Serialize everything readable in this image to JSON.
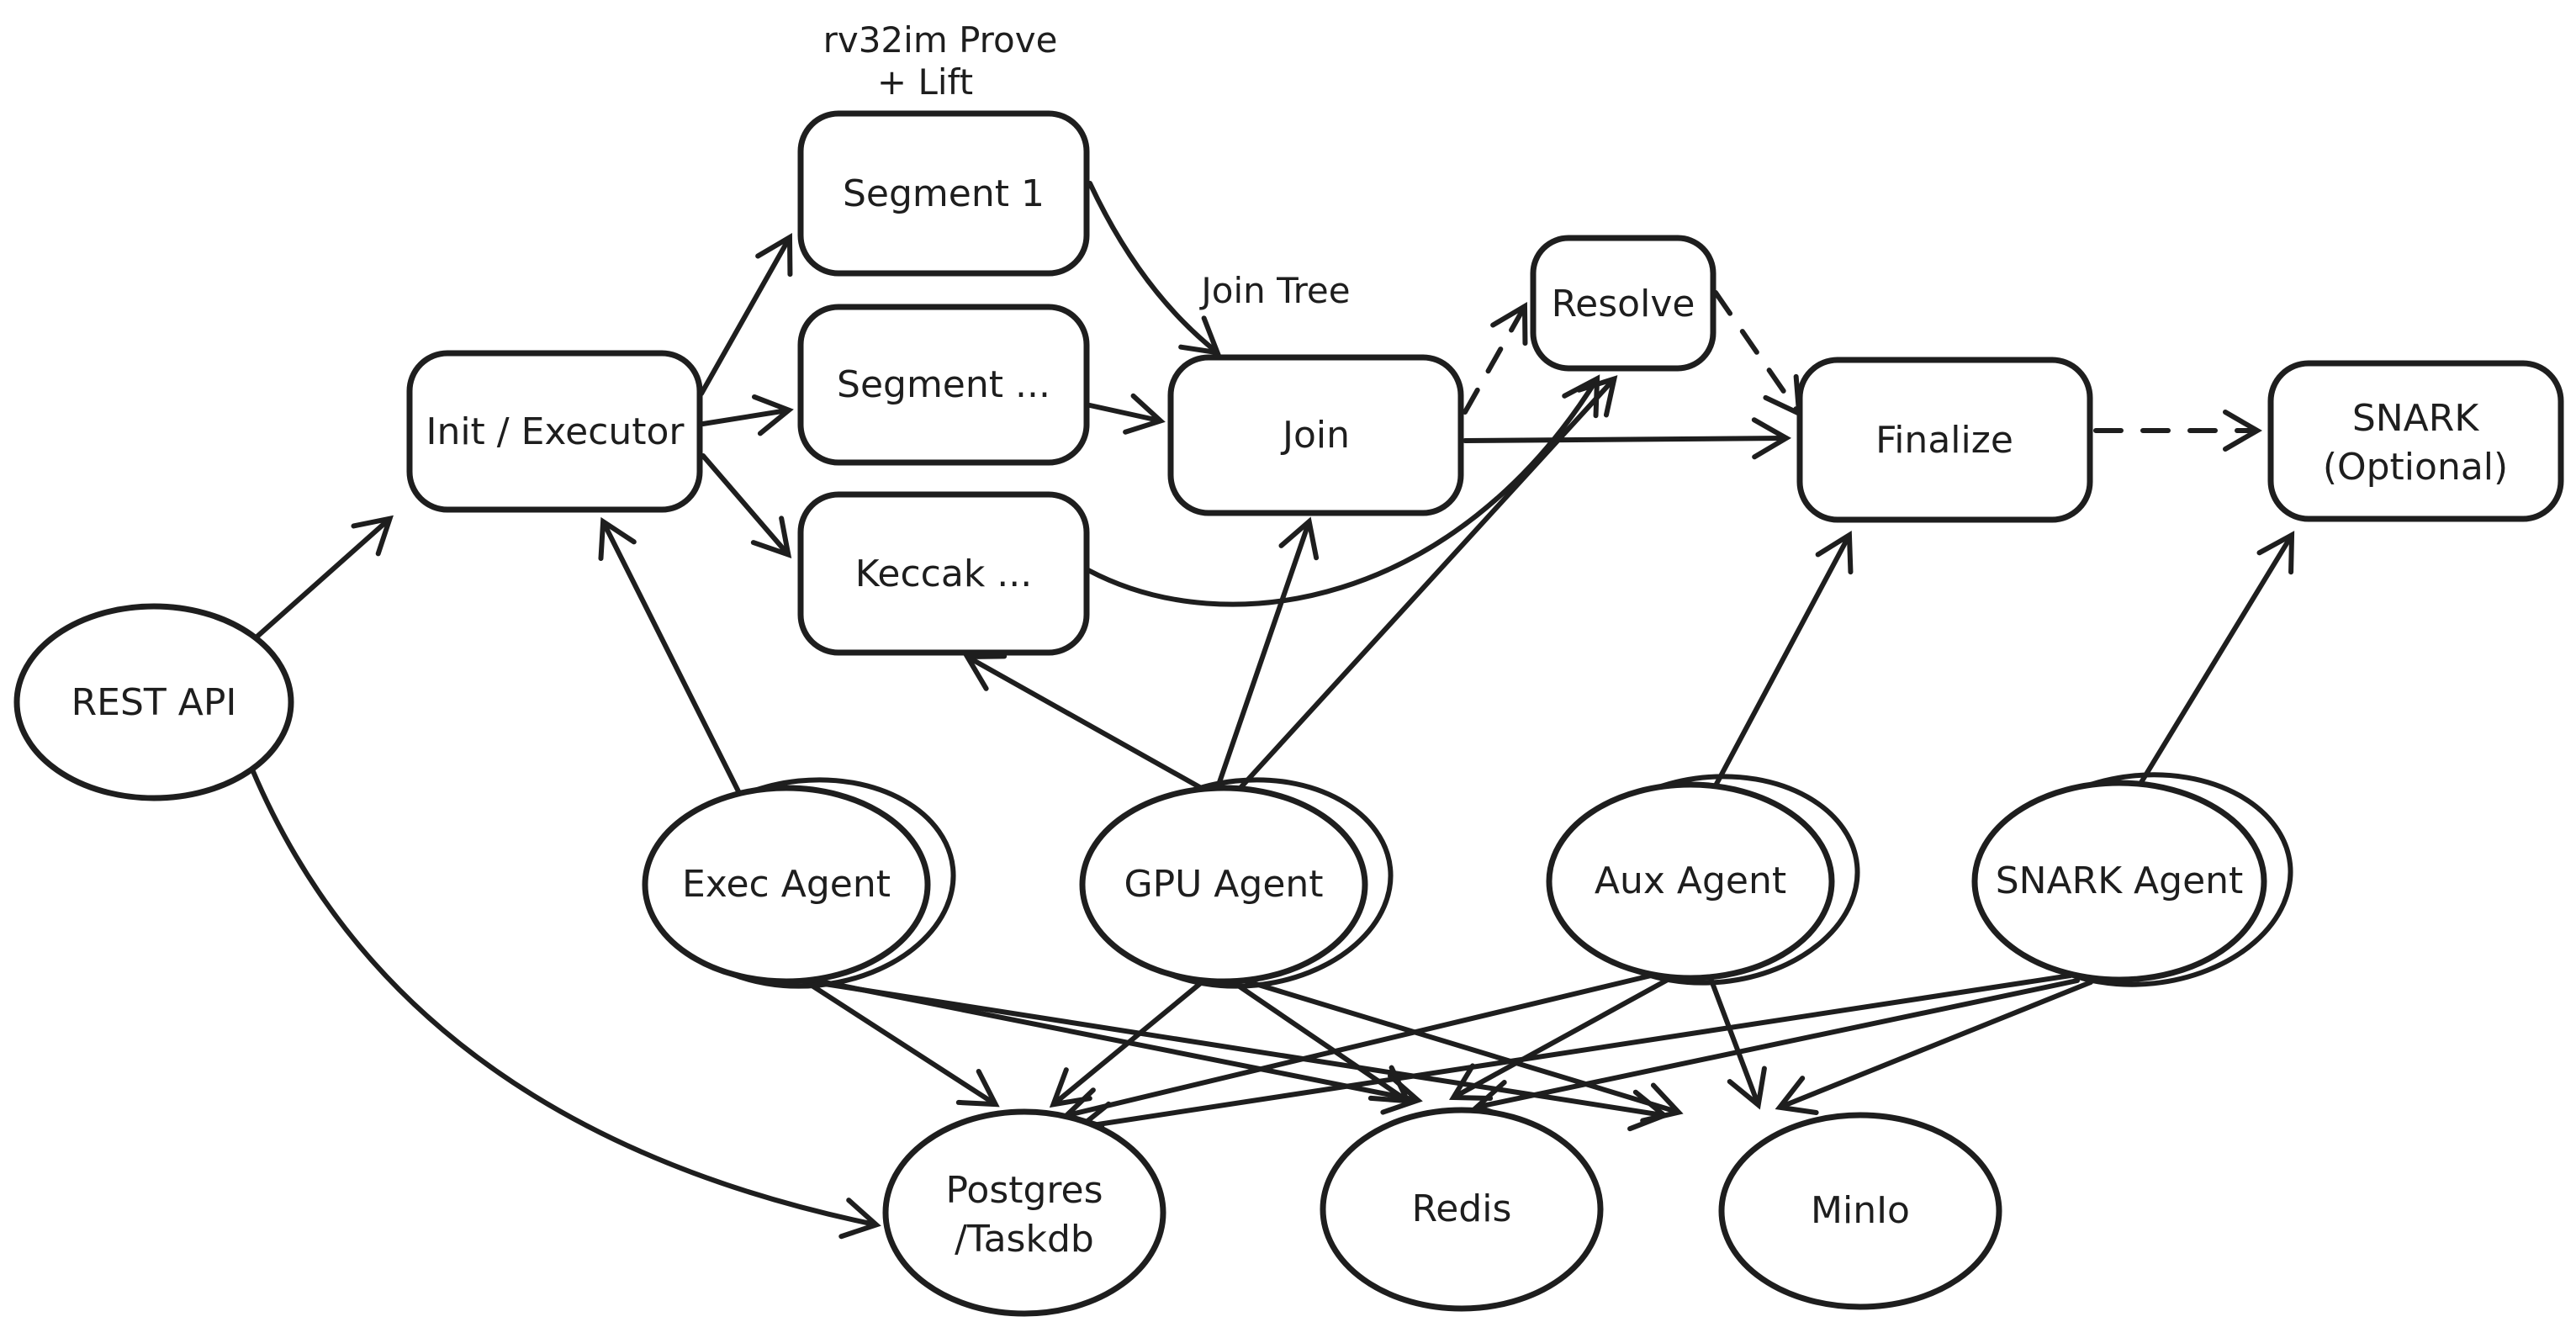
{
  "colors": {
    "stroke": "#1e1e1e",
    "background": "#ffffff"
  },
  "annotations": {
    "prove_lift_line1": "rv32im Prove",
    "prove_lift_line2": "+ Lift",
    "join_tree": "Join Tree"
  },
  "nodes": {
    "rest_api": {
      "label": "REST API",
      "shape": "ellipse"
    },
    "init_executor": {
      "label": "Init / Executor",
      "shape": "rounded-rect"
    },
    "segment_1": {
      "label": "Segment 1",
      "shape": "rounded-rect"
    },
    "segment_more": {
      "label": "Segment ...",
      "shape": "rounded-rect"
    },
    "keccak": {
      "label": "Keccak ...",
      "shape": "rounded-rect"
    },
    "join": {
      "label": "Join",
      "shape": "rounded-rect"
    },
    "resolve": {
      "label": "Resolve",
      "shape": "rounded-rect"
    },
    "finalize": {
      "label": "Finalize",
      "shape": "rounded-rect"
    },
    "snark": {
      "lines": [
        "SNARK",
        "(Optional)"
      ],
      "shape": "rounded-rect"
    },
    "exec_agent": {
      "label": "Exec Agent",
      "shape": "double-ellipse"
    },
    "gpu_agent": {
      "label": "GPU Agent",
      "shape": "double-ellipse"
    },
    "aux_agent": {
      "label": "Aux Agent",
      "shape": "double-ellipse"
    },
    "snark_agent": {
      "label": "SNARK Agent",
      "shape": "double-ellipse"
    },
    "postgres": {
      "lines": [
        "Postgres",
        "/Taskdb"
      ],
      "shape": "ellipse"
    },
    "redis": {
      "label": "Redis",
      "shape": "ellipse"
    },
    "minio": {
      "label": "MinIo",
      "shape": "ellipse"
    }
  },
  "edges": [
    {
      "from": "rest_api",
      "to": "init_executor",
      "style": "solid"
    },
    {
      "from": "rest_api",
      "to": "postgres",
      "style": "solid"
    },
    {
      "from": "init_executor",
      "to": "segment_1",
      "style": "solid"
    },
    {
      "from": "init_executor",
      "to": "segment_more",
      "style": "solid"
    },
    {
      "from": "init_executor",
      "to": "keccak",
      "style": "solid"
    },
    {
      "from": "segment_1",
      "to": "join",
      "style": "solid"
    },
    {
      "from": "segment_more",
      "to": "join",
      "style": "solid"
    },
    {
      "from": "keccak",
      "to": "resolve",
      "style": "solid"
    },
    {
      "from": "join",
      "to": "resolve",
      "style": "dashed"
    },
    {
      "from": "resolve",
      "to": "finalize",
      "style": "dashed"
    },
    {
      "from": "join",
      "to": "finalize",
      "style": "solid"
    },
    {
      "from": "finalize",
      "to": "snark",
      "style": "dashed"
    },
    {
      "from": "exec_agent",
      "to": "init_executor",
      "style": "solid"
    },
    {
      "from": "gpu_agent",
      "to": "keccak",
      "style": "solid"
    },
    {
      "from": "gpu_agent",
      "to": "join",
      "style": "solid"
    },
    {
      "from": "gpu_agent",
      "to": "resolve",
      "style": "solid"
    },
    {
      "from": "aux_agent",
      "to": "finalize",
      "style": "solid"
    },
    {
      "from": "snark_agent",
      "to": "snark",
      "style": "solid"
    },
    {
      "from": "exec_agent",
      "to": "postgres",
      "style": "solid"
    },
    {
      "from": "exec_agent",
      "to": "redis",
      "style": "solid"
    },
    {
      "from": "exec_agent",
      "to": "minio",
      "style": "solid"
    },
    {
      "from": "gpu_agent",
      "to": "postgres",
      "style": "solid"
    },
    {
      "from": "gpu_agent",
      "to": "redis",
      "style": "solid"
    },
    {
      "from": "gpu_agent",
      "to": "minio",
      "style": "solid"
    },
    {
      "from": "aux_agent",
      "to": "postgres",
      "style": "solid"
    },
    {
      "from": "aux_agent",
      "to": "redis",
      "style": "solid"
    },
    {
      "from": "aux_agent",
      "to": "minio",
      "style": "solid"
    },
    {
      "from": "snark_agent",
      "to": "postgres",
      "style": "solid"
    },
    {
      "from": "snark_agent",
      "to": "redis",
      "style": "solid"
    },
    {
      "from": "snark_agent",
      "to": "minio",
      "style": "solid"
    }
  ]
}
